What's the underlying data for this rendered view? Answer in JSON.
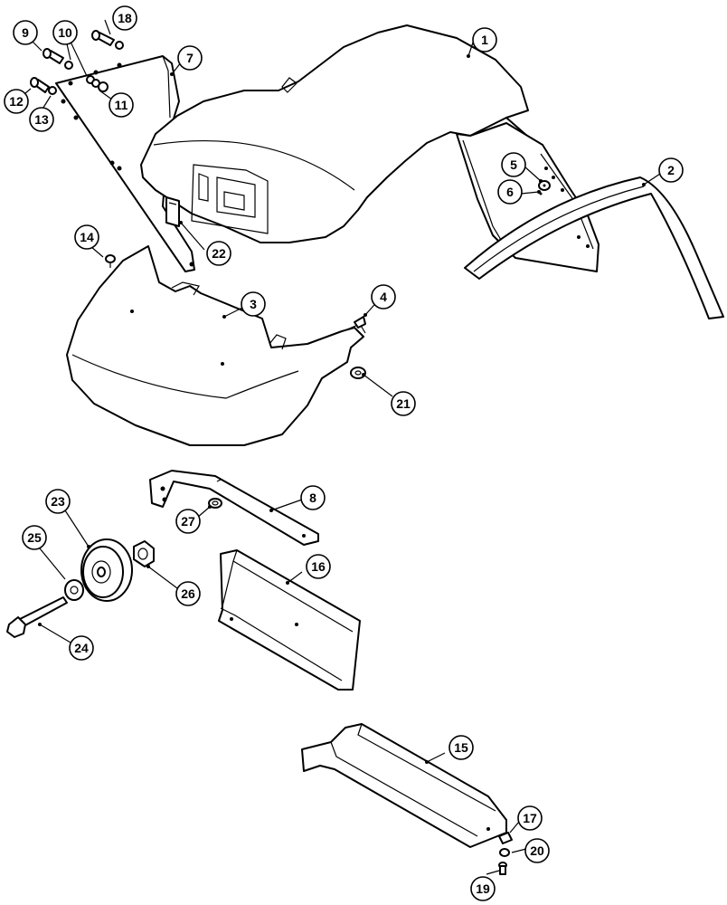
{
  "diagram": {
    "callouts": [
      {
        "label": "1"
      },
      {
        "label": "2"
      },
      {
        "label": "3"
      },
      {
        "label": "4"
      },
      {
        "label": "5"
      },
      {
        "label": "6"
      },
      {
        "label": "7"
      },
      {
        "label": "8"
      },
      {
        "label": "9"
      },
      {
        "label": "10"
      },
      {
        "label": "11"
      },
      {
        "label": "12"
      },
      {
        "label": "13"
      },
      {
        "label": "14"
      },
      {
        "label": "15"
      },
      {
        "label": "16"
      },
      {
        "label": "17"
      },
      {
        "label": "18"
      },
      {
        "label": "19"
      },
      {
        "label": "20"
      },
      {
        "label": "21"
      },
      {
        "label": "22"
      },
      {
        "label": "23"
      },
      {
        "label": "24"
      },
      {
        "label": "25"
      },
      {
        "label": "26"
      },
      {
        "label": "27"
      }
    ]
  },
  "colors": {
    "line": "#000000",
    "background": "#ffffff"
  }
}
